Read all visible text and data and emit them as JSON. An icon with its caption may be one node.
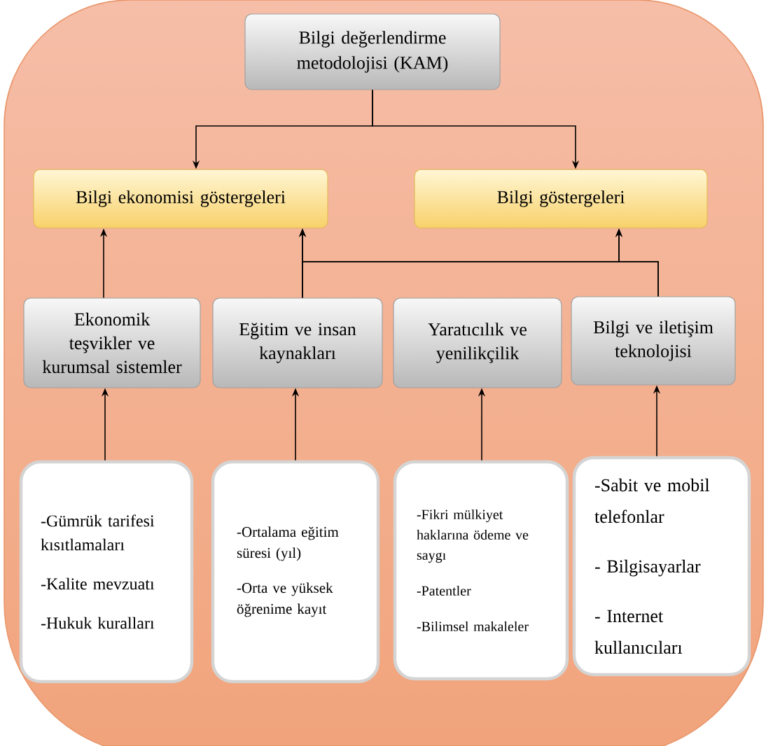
{
  "diagram": {
    "nodes": [
      {
        "text": [
          "Bilgi değerlendirme metodolojisi (KAM)"
        ]
      },
      {
        "text": [
          "Bilgi ekonomisi göstergeleri"
        ]
      },
      {
        "text": [
          "Bilgi göstergeleri"
        ]
      },
      {
        "text": [
          "Ekonomik teşvikler ve kurumsal sistemler"
        ]
      },
      {
        "text": [
          "Eğitim ve insan kaynakları"
        ]
      },
      {
        "text": [
          "Yaratıcılık ve yenilikçilik"
        ]
      },
      {
        "text": [
          "Bilgi ve iletişim teknolojisi"
        ]
      },
      {
        "text": [
          "-Gümrük tarifesi kısıtlamaları",
          "-Kalite mevzuatı",
          "-Hukuk kuralları"
        ]
      },
      {
        "text": [
          "-Ortalama eğitim süresi (yıl)",
          "-Orta ve yüksek öğrenime kayıt"
        ]
      },
      {
        "text": [
          "-Fikri mülkiyet haklarına ödeme ve saygı",
          "-Patentler",
          "-Bilimsel makaleler"
        ]
      },
      {
        "text": [
          "-Sabit ve mobil telefonlar",
          "- Bilgisayarlar",
          "- Internet kullanıcıları"
        ]
      }
    ],
    "edges": [
      {
        "from": 0,
        "to": 1,
        "arrow": "to"
      },
      {
        "from": 0,
        "to": 2,
        "arrow": "to"
      },
      {
        "from": 3,
        "to": 1,
        "arrow": "to"
      },
      {
        "from": 4,
        "to": 1,
        "arrow": "to"
      },
      {
        "from": 4,
        "to": 2,
        "arrow": "to"
      },
      {
        "from": 6,
        "to": 1,
        "arrow": "to"
      },
      {
        "from": 6,
        "to": 2,
        "arrow": "to"
      },
      {
        "from": 7,
        "to": 3,
        "arrow": "to"
      },
      {
        "from": 8,
        "to": 4,
        "arrow": "to"
      },
      {
        "from": 9,
        "to": 5,
        "arrow": "to"
      },
      {
        "from": 10,
        "to": 6,
        "arrow": "to"
      }
    ]
  }
}
